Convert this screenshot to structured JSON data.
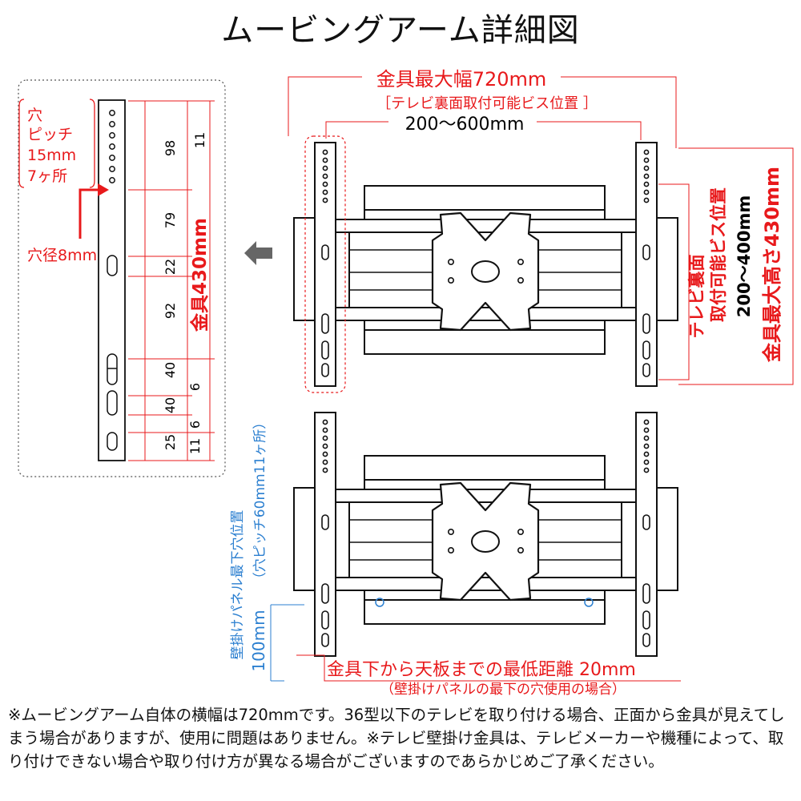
{
  "title": "ムービングアーム詳細図",
  "labels": {
    "max_width": "金具最大幅720mm",
    "vesa_h_caption": "［テレビ裏面取付可能ビス位置 ］",
    "vesa_h_range": "200〜600mm",
    "vesa_v_caption_1": "テレビ裏面",
    "vesa_v_caption_2": "取付可能ビス位置",
    "vesa_v_range": "200〜400mm",
    "max_height": "金具最大高さ430mm",
    "pitch_1": "穴",
    "pitch_2": "ピッチ",
    "pitch_3": "15mm",
    "pitch_4": "7ヶ所",
    "hole_dia": "穴径8mm",
    "bracket_height": "金具430mm",
    "dims_inner": [
      "98",
      "79",
      "22",
      "92",
      "40",
      "40",
      "25"
    ],
    "dims_outer": [
      "11",
      "6",
      "6",
      "11"
    ],
    "panel_caption_1": "壁掛けパネル最下穴位置",
    "panel_caption_2": "（穴ピッチ60mm11ヶ所）",
    "panel_height": "100mm",
    "clearance_1": "金具下から天板までの最低距離 20mm",
    "clearance_2": "（壁掛けパネルの最下の穴使用の場合）"
  },
  "notes": "※ムービングアーム自体の横幅は720mmです。36型以下のテレビを取り付ける場合、正面から金具が見えてしまう場合がありますが、使用に問題はありません。※テレビ壁掛け金具は、テレビメーカーや機種によって、取り付けできない場合や取り付け方が異なる場合がございますのであらかじめご了承ください。",
  "colors": {
    "accent_red": "#e8191b",
    "accent_blue": "#2b7fd0",
    "line": "#111111"
  }
}
